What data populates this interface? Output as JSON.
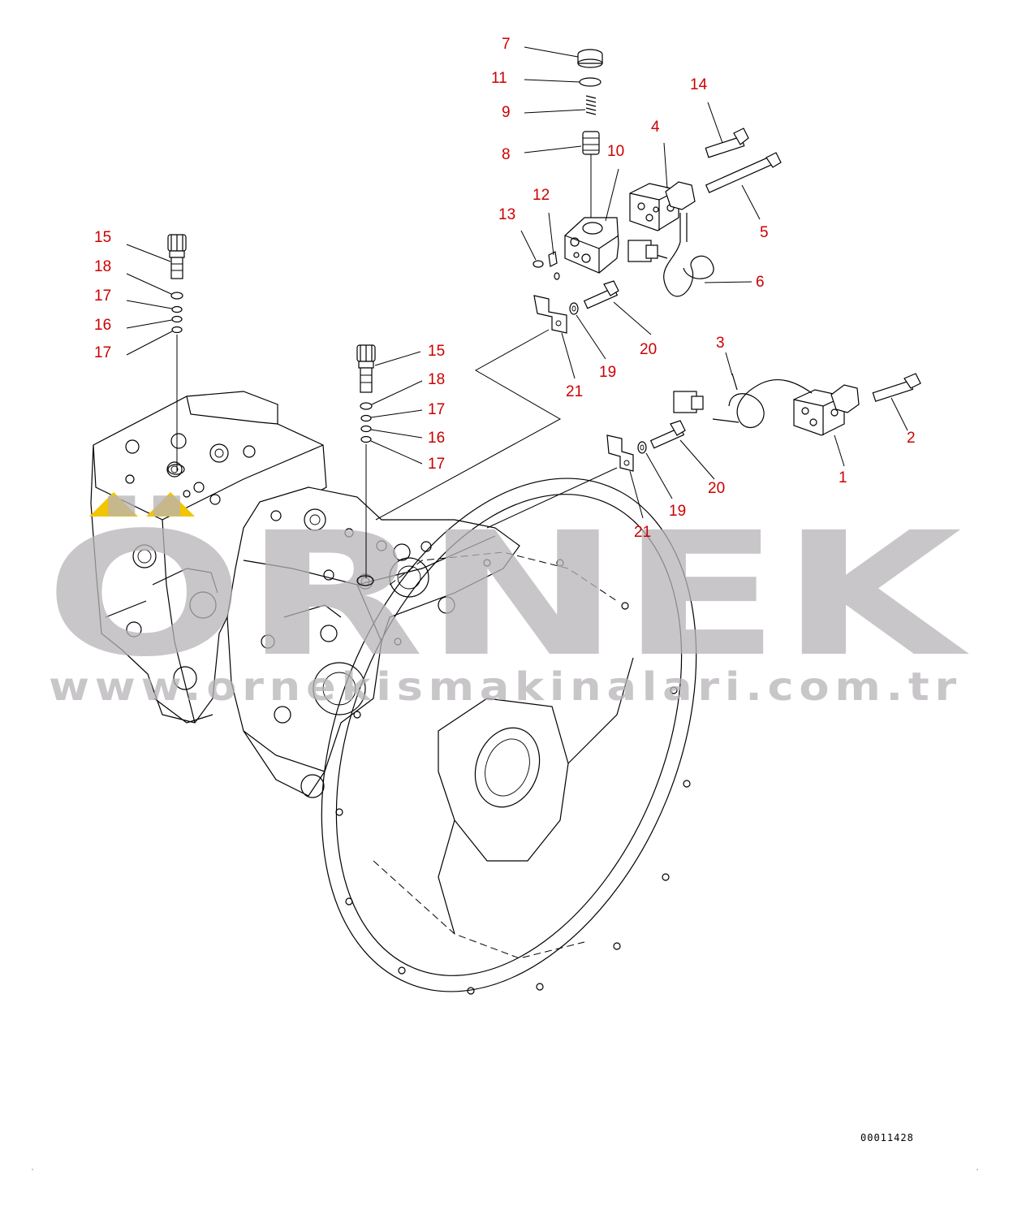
{
  "callouts": [
    {
      "id": "c7",
      "label": "7"
    },
    {
      "id": "c11",
      "label": "11"
    },
    {
      "id": "c9",
      "label": "9"
    },
    {
      "id": "c8",
      "label": "8"
    },
    {
      "id": "c10",
      "label": "10"
    },
    {
      "id": "c14",
      "label": "14"
    },
    {
      "id": "c4",
      "label": "4"
    },
    {
      "id": "c12",
      "label": "12"
    },
    {
      "id": "c13",
      "label": "13"
    },
    {
      "id": "c5",
      "label": "5"
    },
    {
      "id": "c6",
      "label": "6"
    },
    {
      "id": "c15a",
      "label": "15"
    },
    {
      "id": "c18a",
      "label": "18"
    },
    {
      "id": "c17a",
      "label": "17"
    },
    {
      "id": "c16a",
      "label": "16"
    },
    {
      "id": "c17b",
      "label": "17"
    },
    {
      "id": "c15b",
      "label": "15"
    },
    {
      "id": "c18b",
      "label": "18"
    },
    {
      "id": "c17c",
      "label": "17"
    },
    {
      "id": "c16b",
      "label": "16"
    },
    {
      "id": "c17d",
      "label": "17"
    },
    {
      "id": "c20a",
      "label": "20"
    },
    {
      "id": "c19a",
      "label": "19"
    },
    {
      "id": "c21a",
      "label": "21"
    },
    {
      "id": "c3",
      "label": "3"
    },
    {
      "id": "c2",
      "label": "2"
    },
    {
      "id": "c1",
      "label": "1"
    },
    {
      "id": "c20b",
      "label": "20"
    },
    {
      "id": "c19b",
      "label": "19"
    },
    {
      "id": "c21b",
      "label": "21"
    }
  ],
  "watermark": {
    "brand": "ÖRNEK",
    "url": "www.ornekismakinalari.com.tr"
  },
  "drawing_code": "00011428",
  "colors": {
    "callout_text": "#cc0000",
    "watermark": "#b8b4b8",
    "watermark_accent": "#f2c500",
    "line_art": "#000000"
  }
}
